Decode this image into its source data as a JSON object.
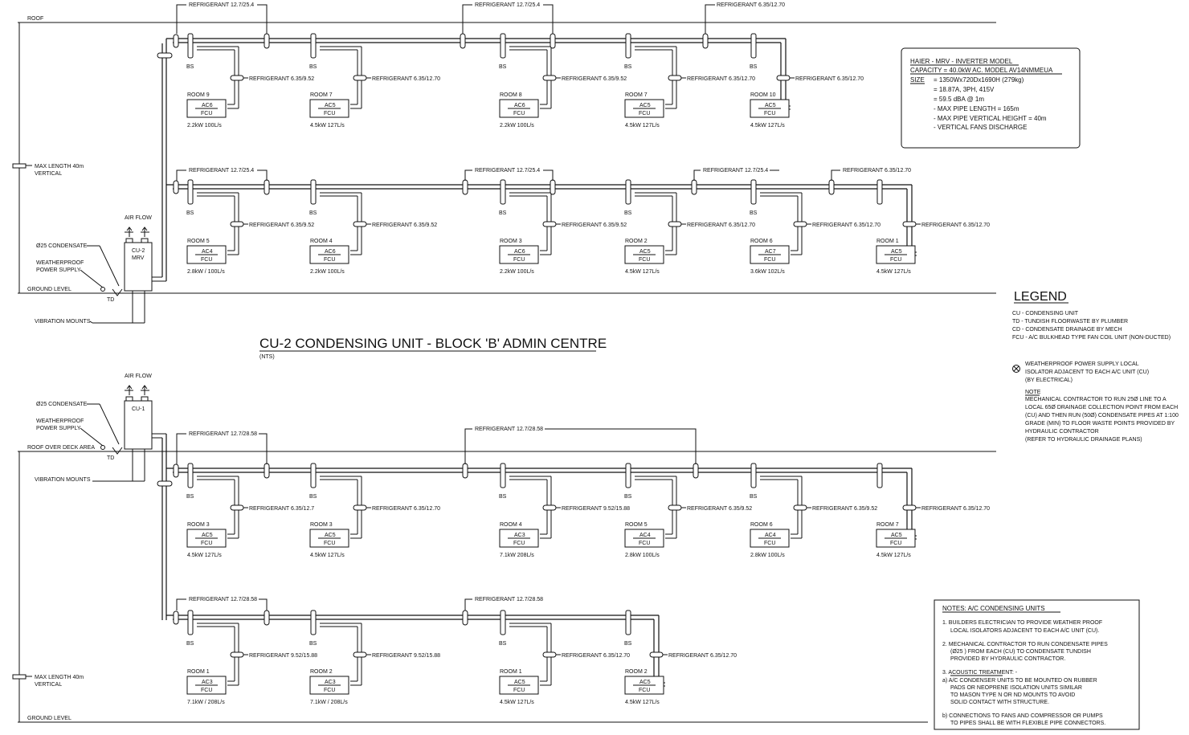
{
  "labels": {
    "roof": "ROOF",
    "roof_deck": "ROOF OVER DECK AREA",
    "ground": "GROUND LEVEL",
    "max_length": "MAX LENGTH 40m",
    "vertical": "VERTICAL",
    "air_flow": "AIR FLOW",
    "condensate": "Ø25 CONDENSATE",
    "weatherproof": "WEATHERPROOF",
    "power_supply": "POWER SUPPLY",
    "td": "TD",
    "vibration": "VIBRATION MOUNTS",
    "bs": "BS",
    "fcu": "FCU",
    "cu2_a": "CU-2",
    "cu2_b": "MRV",
    "cu1": "CU-1"
  },
  "title": {
    "main": "CU-2 CONDENSING UNIT - BLOCK 'B' ADMIN CENTRE",
    "nts": "(NTS)"
  },
  "spec": {
    "l1": "HAIER - MRV - INVERTER MODEL",
    "l2": "CAPACITY = 40.0kW AC. MODEL AV14NMMEUA",
    "l3a": "SIZE",
    "l3b": "= 1350Wx720Dx1690H (279kg)",
    "l4": "= 18.87A, 3PH, 415V",
    "l5": "= 59.5 dBA @ 1m",
    "l6": "- MAX PIPE LENGTH = 165m",
    "l7": "- MAX PIPE VERTICAL HEIGHT = 40m",
    "l8": "- VERTICAL FANS DISCHARGE"
  },
  "legend": {
    "title": "LEGEND",
    "l1": "CU - CONDENSING UNIT",
    "l2": "TD - TUNDISH FLOORWASTE BY PLUMBER",
    "l3": "CD - CONDENSATE DRAINAGE BY MECH",
    "l4": "FCU - A/C BULKHEAD TYPE FAN COIL UNIT (NON-DUCTED)",
    "l5": "WEATHERPROOF POWER SUPPLY LOCAL",
    "l6": "ISOLATOR ADJACENT TO EACH A/C UNIT (CU)",
    "l7": "(BY ELECTRICAL)",
    "note": "NOTE",
    "n1": "MECHANICAL CONTRACTOR TO RUN 25Ø LINE TO A",
    "n2": "LOCAL 65Ø DRAINAGE COLLECTION POINT FROM EACH",
    "n3": "(CU) AND THEN RUN (50Ø) CONDENSATE PIPES AT 1:100",
    "n4": "GRADE (MIN) TO FLOOR WASTE POINTS PROVIDED BY",
    "n5": "HYDRAULIC CONTRACTOR",
    "n6": "(REFER TO HYDRAULIC DRAINAGE PLANS)"
  },
  "notes": {
    "title": "NOTES:  A/C CONDENSING UNITS",
    "a1": "1. BUILDERS ELECTRICIAN TO PROVIDE WEATHER PROOF",
    "a2": "LOCAL ISOLATORS ADJACENT TO EACH A/C UNIT (CU).",
    "b1": "2. MECHANICAL CONTRACTOR TO RUN CONDENSATE PIPES",
    "b2": "(Ø25 ) FROM EACH (CU) TO CONDENSATE TUNDISH",
    "b3": "PROVIDED BY HYDRAULIC CONTRACTOR.",
    "c0": "3. ACOUSTIC TREATMENT: -",
    "c1": "a) A/C CONDENSER UNITS TO BE MOUNTED ON RUBBER",
    "c2": "PADS OR           NEOPRENE ISOLATION UNITS SIMILAR",
    "c3": "TO MASON TYPE N OR ND          MOUNTS TO AVOID",
    "c4": "SOLID CONTACT WITH STRUCTURE.",
    "d1": "b) CONNECTIONS TO FANS AND   COMPRESSOR OR PUMPS",
    "d2": "TO PIPES SHALL BE WITH FLEXIBLE PIPE CONNECTORS."
  },
  "mains": [
    "REFRIGERANT 12.7/25.4",
    "REFRIGERANT 12.7/25.4",
    "REFRIGERANT 6.35/12.70",
    "REFRIGERANT 12.7/25.4",
    "REFRIGERANT 12.7/25.4",
    "REFRIGERANT 12.7/25.4",
    "REFRIGERANT 6.35/12.70",
    "REFRIGERANT 12.7/28.58",
    "REFRIGERANT 12.7/28.58",
    "REFRIGERANT 12.7/28.58",
    "REFRIGERANT 12.7/28.58"
  ],
  "rows": [
    {
      "units": [
        {
          "room": "ROOM 9",
          "ac": "AC6",
          "cap": "2.2kW 100L/s",
          "ref": "REFRIGERANT 6.35/9.52"
        },
        {
          "room": "ROOM 7",
          "ac": "AC5",
          "cap": "4.5kW 127L/s",
          "ref": "REFRIGERANT 6.35/12.70"
        },
        {
          "room": "ROOM 8",
          "ac": "AC6",
          "cap": "2.2kW 100L/s",
          "ref": "REFRIGERANT 6.35/9.52"
        },
        {
          "room": "ROOM 7",
          "ac": "AC5",
          "cap": "4.5kW 127L/s",
          "ref": "REFRIGERANT 6.35/12.70"
        },
        {
          "room": "ROOM 10",
          "ac": "AC5",
          "cap": "4.5kW 127L/s",
          "ref": "REFRIGERANT 6.35/12.70"
        }
      ]
    },
    {
      "units": [
        {
          "room": "ROOM 5",
          "ac": "AC4",
          "cap": "2.8kW / 100L/s",
          "ref": "REFRIGERANT 6.35/9.52"
        },
        {
          "room": "ROOM 4",
          "ac": "AC6",
          "cap": "2.2kW 100L/s",
          "ref": "REFRIGERANT 6.35/9.52"
        },
        {
          "room": "ROOM 3",
          "ac": "AC6",
          "cap": "2.2kW 100L/s",
          "ref": "REFRIGERANT 6.35/9.52"
        },
        {
          "room": "ROOM 2",
          "ac": "AC5",
          "cap": "4.5kW 127L/s",
          "ref": "REFRIGERANT 6.35/12.70"
        },
        {
          "room": "ROOM 6",
          "ac": "AC7",
          "cap": "3.6kW 102L/s",
          "ref": "REFRIGERANT 6.35/12.70"
        },
        {
          "room": "ROOM 1",
          "ac": "AC5",
          "cap": "4.5kW 127L/s",
          "ref": "REFRIGERANT 6.35/12.70"
        }
      ]
    },
    {
      "units": [
        {
          "room": "ROOM 3",
          "ac": "AC5",
          "cap": "4.5kW 127L/s",
          "ref": "REFRIGERANT 6.35/12.7"
        },
        {
          "room": "ROOM 3",
          "ac": "AC5",
          "cap": "4.5kW 127L/s",
          "ref": "REFRIGERANT 6.35/12.70"
        },
        {
          "room": "ROOM 4",
          "ac": "AC3",
          "cap": "7.1kW 208L/s",
          "ref": "REFRIGERANT 9.52/15.88"
        },
        {
          "room": "ROOM 5",
          "ac": "AC4",
          "cap": "2.8kW 100L/s",
          "ref": "REFRIGERANT 6.35/9.52"
        },
        {
          "room": "ROOM 6",
          "ac": "AC4",
          "cap": "2.8kW 100L/s",
          "ref": "REFRIGERANT 6.35/9.52"
        },
        {
          "room": "ROOM 7",
          "ac": "AC5",
          "cap": "4.5kW 127L/s",
          "ref": "REFRIGERANT 6.35/12.70"
        }
      ]
    },
    {
      "units": [
        {
          "room": "ROOM 1",
          "ac": "AC3",
          "cap": "7.1kW / 208L/s",
          "ref": "REFRIGERANT 9.52/15.88"
        },
        {
          "room": "ROOM 2",
          "ac": "AC3",
          "cap": "7.1kW / 208L/s",
          "ref": "REFRIGERANT 9.52/15.88"
        },
        {
          "room": "ROOM 1",
          "ac": "AC5",
          "cap": "4.5kW 127L/s",
          "ref": "REFRIGERANT 6.35/12.70"
        },
        {
          "room": "ROOM 2",
          "ac": "AC5",
          "cap": "4.5kW 127L/s",
          "ref": "REFRIGERANT 6.35/12.70"
        }
      ]
    }
  ]
}
